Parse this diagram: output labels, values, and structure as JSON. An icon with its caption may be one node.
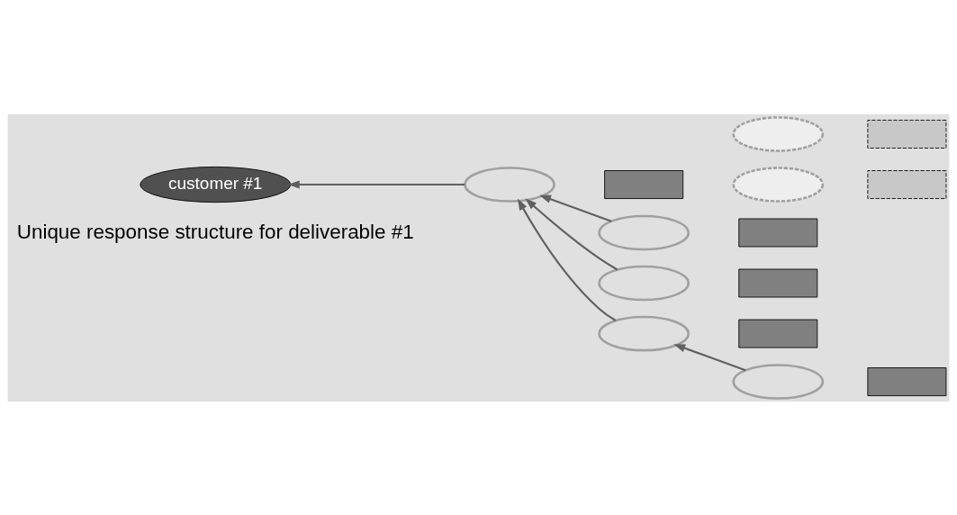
{
  "diagram": {
    "nodes": [
      {
        "text": [
          "customer #1"
        ]
      },
      {
        "text": [],
        "shape": "ellipse"
      },
      {
        "text": [],
        "shape": "box"
      },
      {
        "text": [],
        "shape": "ellipse"
      },
      {
        "text": [],
        "shape": "box"
      },
      {
        "text": [],
        "shape": "ellipse"
      },
      {
        "text": [],
        "shape": "box"
      },
      {
        "text": [],
        "shape": "ellipse"
      },
      {
        "text": [],
        "shape": "box"
      },
      {
        "text": [],
        "shape": "ellipse"
      },
      {
        "text": [],
        "shape": "box"
      },
      {
        "text": [],
        "shape": "ellipse"
      },
      {
        "text": [],
        "shape": "box"
      },
      {
        "text": [],
        "shape": "ellipse"
      },
      {
        "text": [],
        "shape": "box"
      }
    ],
    "edges": [
      {
        "from": 1,
        "to": 0,
        "arrow": "to"
      },
      {
        "from": 3,
        "to": 1,
        "arrow": "to"
      },
      {
        "from": 5,
        "to": 1,
        "arrow": "to"
      },
      {
        "from": 7,
        "to": 1,
        "arrow": "to"
      },
      {
        "from": 11,
        "to": 7,
        "arrow": "to"
      }
    ],
    "labels": [
      "Unique response structure for deliverable #1"
    ]
  }
}
